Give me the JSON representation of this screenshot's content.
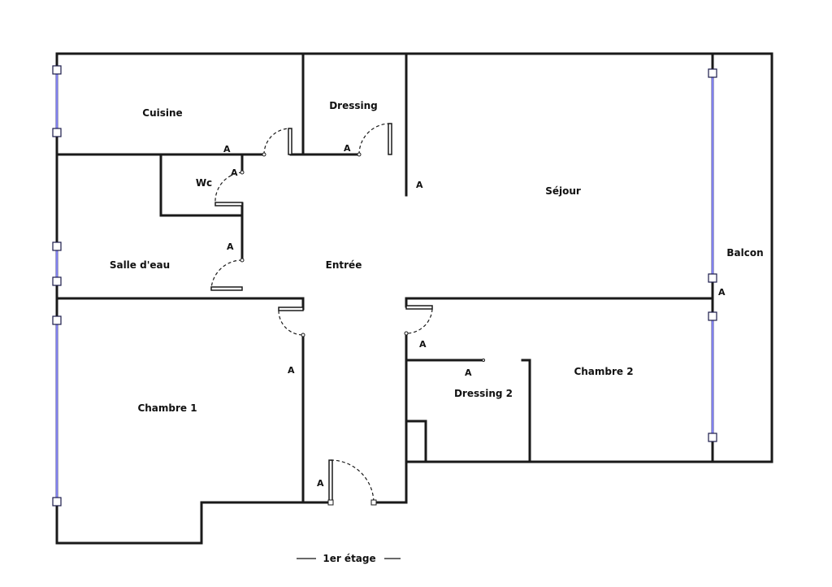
{
  "plan": {
    "rooms": {
      "cuisine": "Cuisine",
      "dressing": "Dressing",
      "sejour": "Séjour",
      "wc": "Wc",
      "salle_eau": "Salle d'eau",
      "entree": "Entrée",
      "balcon": "Balcon",
      "chambre1": "Chambre 1",
      "chambre2": "Chambre 2",
      "dressing2": "Dressing 2"
    },
    "marker": "A",
    "caption": "1er étage",
    "colors": {
      "wall": "#1a1a1a",
      "window": "#8080ee",
      "background": "#ffffff"
    }
  }
}
